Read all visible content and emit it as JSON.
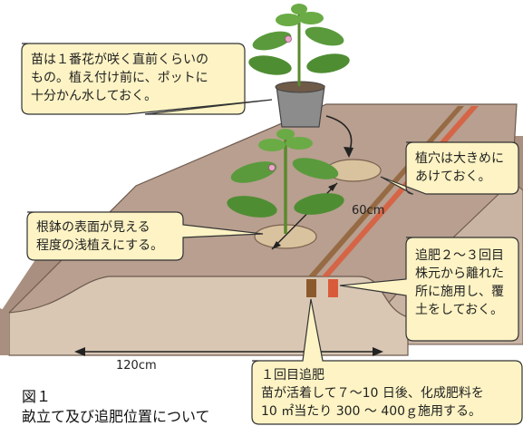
{
  "figure": {
    "number": "図１",
    "caption": "畝立て及び追肥位置について"
  },
  "callouts": {
    "seedling": "苗は１番花が咲く直前くらいの\nもの。植え付け前に、ポットに\n十分かん水しておく。",
    "hole": "植穴は大きめに\nあけておく。",
    "shallow": "根鉢の表面が見える\n程度の浅植えにする。",
    "second_fert": "追肥２～３回目\n株元から離れた\n所に施用し、覆\n土をしておく。",
    "first_fert": "１回目追肥\n苗が活着して７～10 日後、化成肥料を\n10 ㎡当たり 300 ～ 400ｇ施用する。"
  },
  "dimensions": {
    "spacing": "60cm",
    "width": "120cm"
  },
  "colors": {
    "ridge_top": "#b89f8f",
    "ridge_side": "#d9c7b4",
    "ground": "#a98f7f",
    "callout_fill": "#fdf3c4",
    "fert_first": "#8b5a2b",
    "fert_second": "#d95a3a",
    "leaf": "#5a9a3c"
  }
}
